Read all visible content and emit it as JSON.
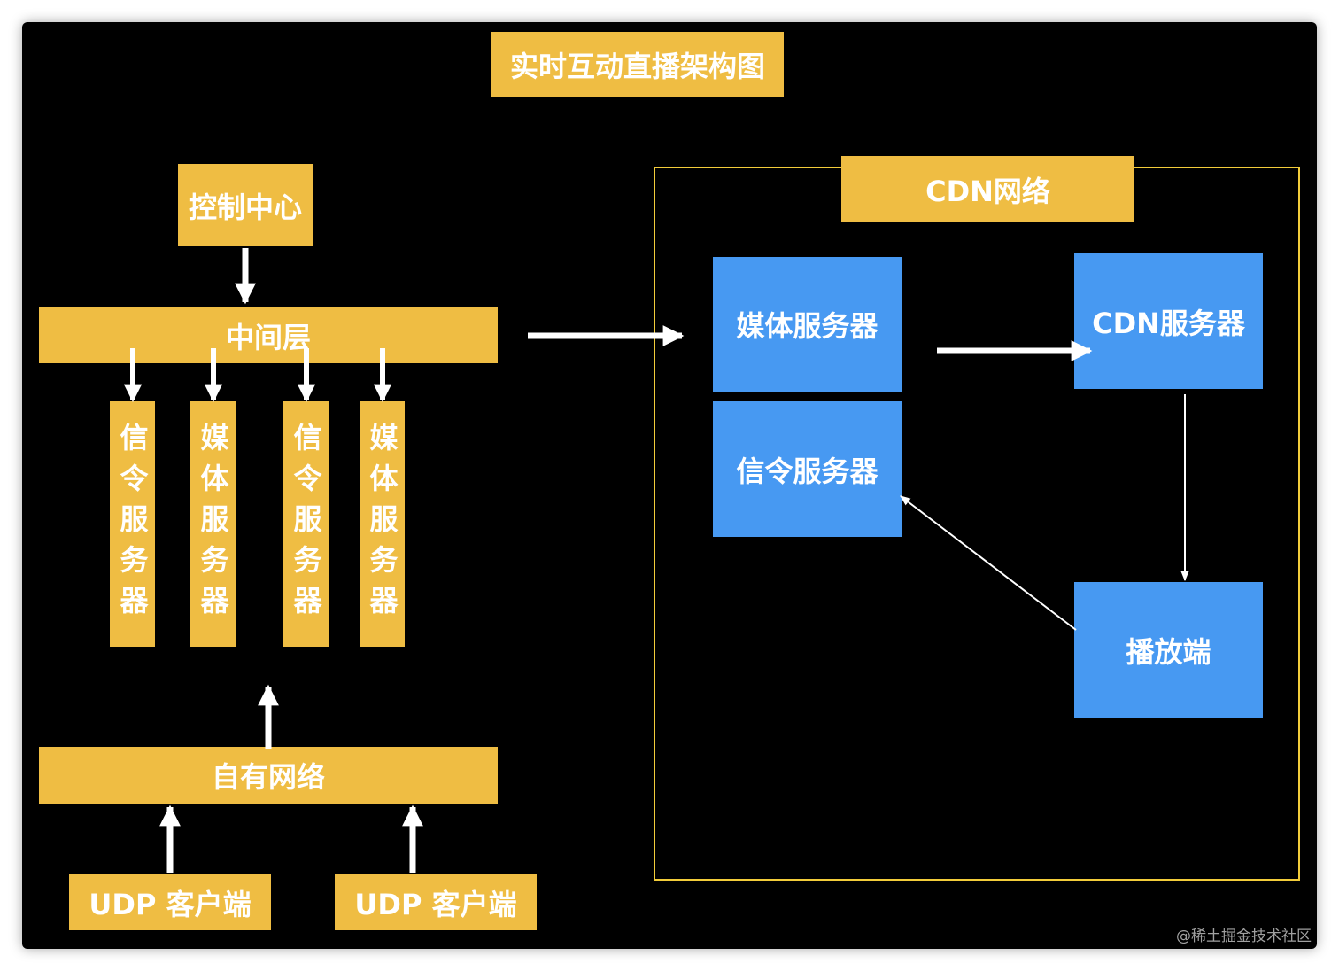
{
  "title": "实时互动直播架构图",
  "left": {
    "control_center": "控制中心",
    "middle_layer": "中间层",
    "servers": [
      "信令服务器",
      "媒体服务器",
      "信令服务器",
      "媒体服务器"
    ],
    "own_network": "自有网络",
    "clients": [
      "UDP 客户端",
      "UDP 客户端"
    ]
  },
  "cdn": {
    "label": "CDN网络",
    "media_server": "媒体服务器",
    "cdn_server": "CDN服务器",
    "signal_server": "信令服务器",
    "player": "播放端"
  },
  "watermark": "@稀土掘金技术社区",
  "colors": {
    "background": "#000000",
    "orange": "#efbd43",
    "blue": "#4799f2",
    "frame": "#f2cc3a",
    "arrow": "#ffffff"
  }
}
